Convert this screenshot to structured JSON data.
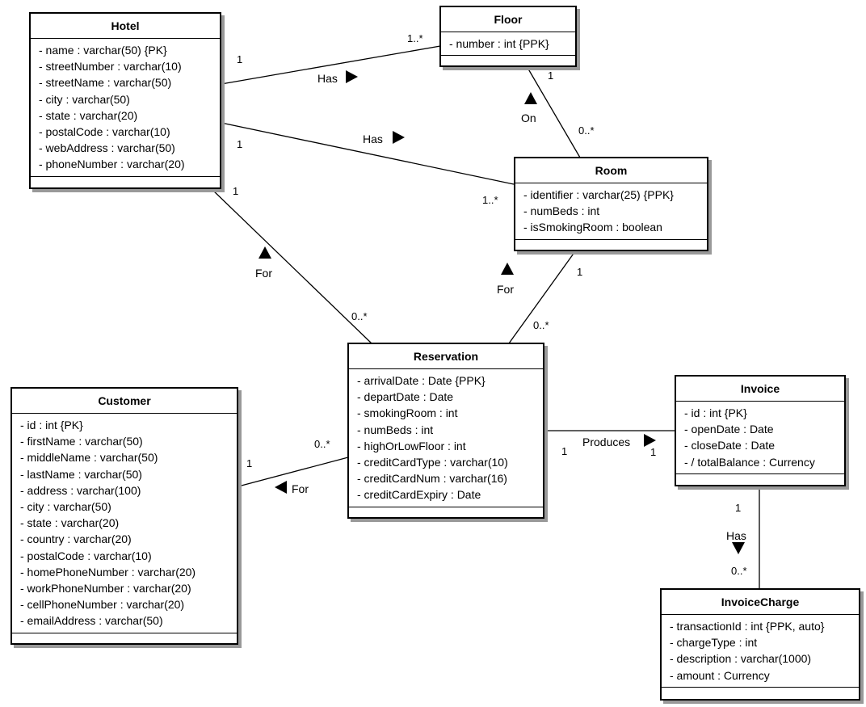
{
  "classes": {
    "hotel": {
      "name": "Hotel",
      "attributes": [
        "- name : varchar(50) {PK}",
        "- streetNumber : varchar(10)",
        "- streetName : varchar(50)",
        "- city : varchar(50)",
        "- state : varchar(20)",
        "- postalCode : varchar(10)",
        "- webAddress : varchar(50)",
        "- phoneNumber : varchar(20)"
      ]
    },
    "floor": {
      "name": "Floor",
      "attributes": [
        "- number : int {PPK}"
      ]
    },
    "room": {
      "name": "Room",
      "attributes": [
        "- identifier : varchar(25) {PPK}",
        "- numBeds : int",
        "- isSmokingRoom : boolean"
      ]
    },
    "reservation": {
      "name": "Reservation",
      "attributes": [
        "- arrivalDate : Date {PPK}",
        "- departDate : Date",
        "- smokingRoom : int",
        "- numBeds : int",
        "- highOrLowFloor : int",
        "- creditCardType : varchar(10)",
        "- creditCardNum : varchar(16)",
        "- creditCardExpiry : Date"
      ]
    },
    "customer": {
      "name": "Customer",
      "attributes": [
        "- id : int {PK}",
        "- firstName : varchar(50)",
        "- middleName : varchar(50)",
        "- lastName : varchar(50)",
        "- address : varchar(100)",
        "- city : varchar(50)",
        "- state : varchar(20)",
        "- country : varchar(20)",
        "- postalCode : varchar(10)",
        "- homePhoneNumber : varchar(20)",
        "- workPhoneNumber : varchar(20)",
        "- cellPhoneNumber : varchar(20)",
        "- emailAddress : varchar(50)"
      ]
    },
    "invoice": {
      "name": "Invoice",
      "attributes": [
        "- id : int {PK}",
        "- openDate : Date",
        "- closeDate : Date",
        "- / totalBalance : Currency"
      ]
    },
    "invoicecharge": {
      "name": "InvoiceCharge",
      "attributes": [
        "- transactionId : int {PPK, auto}",
        "- chargeType : int",
        "- description : varchar(1000)",
        "- amount : Currency"
      ]
    }
  },
  "associations": {
    "hotel_floor": {
      "label": "Has",
      "from_mult": "1",
      "to_mult": "1..*"
    },
    "hotel_room": {
      "label": "Has",
      "from_mult": "1",
      "to_mult": "1..*"
    },
    "floor_room": {
      "label": "On",
      "from_mult": "1",
      "to_mult": "0..*"
    },
    "hotel_reservation": {
      "label": "For",
      "from_mult": "1",
      "to_mult": "0..*"
    },
    "room_reservation": {
      "label": "For",
      "from_mult": "1",
      "to_mult": "0..*"
    },
    "reservation_customer": {
      "label": "For",
      "from_mult": "0..*",
      "to_mult": "1"
    },
    "reservation_invoice": {
      "label": "Produces",
      "from_mult": "1",
      "to_mult": "1"
    },
    "invoice_charge": {
      "label": "Has",
      "from_mult": "1",
      "to_mult": "0..*"
    }
  }
}
